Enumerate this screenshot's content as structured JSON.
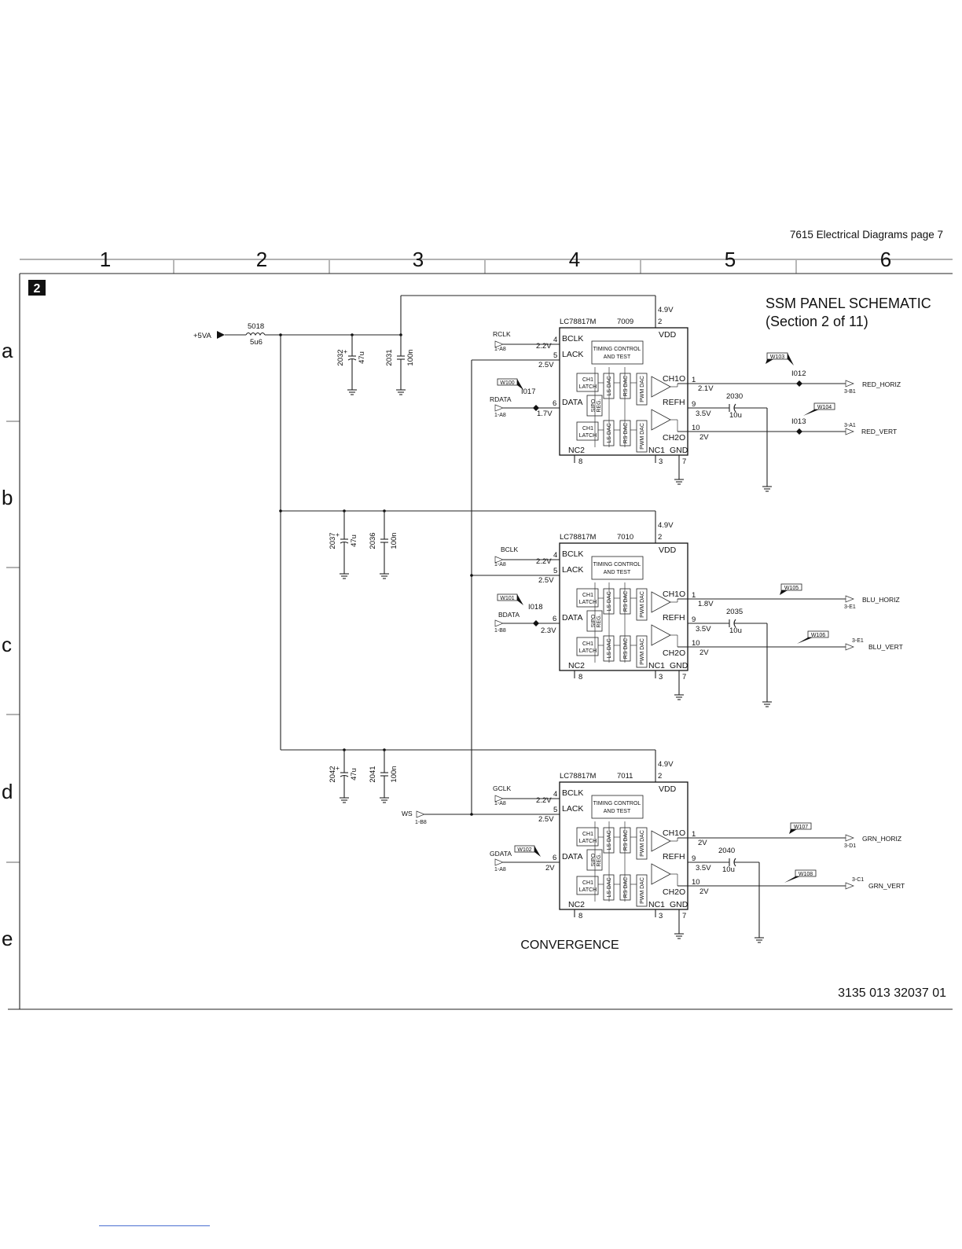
{
  "header": {
    "page_title": "7615 Electrical Diagrams page 7",
    "columns": [
      "1",
      "2",
      "3",
      "4",
      "5",
      "6"
    ],
    "rows": [
      "a",
      "b",
      "c",
      "d",
      "e"
    ],
    "section_badge": "2"
  },
  "title": {
    "line1": "SSM PANEL SCHEMATIC",
    "line2": "(Section 2 of 11)"
  },
  "power": {
    "net": "+5VA",
    "inductor_ref": "5018",
    "inductor_val": "5u6"
  },
  "caps": [
    {
      "ref": "2032",
      "val": "47u"
    },
    {
      "ref": "2031",
      "val": "100n"
    },
    {
      "ref": "2037",
      "val": "47u"
    },
    {
      "ref": "2036",
      "val": "100n"
    },
    {
      "ref": "2042",
      "val": "47u"
    },
    {
      "ref": "2041",
      "val": "100n"
    }
  ],
  "ws": {
    "net": "WS",
    "ref": "1-B8"
  },
  "chips": [
    {
      "part": "LC78817M",
      "ref": "7009",
      "vdd_volt": "4.9V",
      "clk_net": "RCLK",
      "clk_ref": "1-A8",
      "clk_volt": "2.2V",
      "lack_volt": "2.5V",
      "data_net": "RDATA",
      "data_ref": "1-A8",
      "data_volt": "1.7V",
      "probe": "W100",
      "junction": "I017",
      "ch1_volt": "2.1V",
      "refh_volt": "3.5V",
      "ch2_volt": "2V",
      "cap_ref": "2030",
      "cap_val": "10u",
      "out1_net": "RED_HORIZ",
      "out1_ref": "3-B1",
      "out1_probe": "W103",
      "out1_junction": "I012",
      "out2_net": "RED_VERT",
      "out2_ref": "3-A1",
      "out2_probe": "W104",
      "out2_junction": "I013"
    },
    {
      "part": "LC78817M",
      "ref": "7010",
      "vdd_volt": "4.9V",
      "clk_net": "BCLK",
      "clk_ref": "1-A8",
      "clk_volt": "2.2V",
      "lack_volt": "2.5V",
      "data_net": "BDATA",
      "data_ref": "1-B8",
      "data_volt": "2.3V",
      "probe": "W101",
      "junction": "I018",
      "ch1_volt": "1.8V",
      "refh_volt": "3.5V",
      "ch2_volt": "2V",
      "cap_ref": "2035",
      "cap_val": "10u",
      "out1_net": "BLU_HORIZ",
      "out1_ref": "3-E1",
      "out1_probe": "W105",
      "out1_junction": "",
      "out2_net": "BLU_VERT",
      "out2_ref": "3-E1",
      "out2_probe": "W106",
      "out2_junction": ""
    },
    {
      "part": "LC78817M",
      "ref": "7011",
      "vdd_volt": "4.9V",
      "clk_net": "GCLK",
      "clk_ref": "1-A8",
      "clk_volt": "2.2V",
      "lack_volt": "2.5V",
      "data_net": "GDATA",
      "data_ref": "1-A8",
      "data_volt": "2V",
      "probe": "W102",
      "junction": "",
      "ch1_volt": "2V",
      "refh_volt": "3.5V",
      "ch2_volt": "2V",
      "cap_ref": "2040",
      "cap_val": "10u",
      "out1_net": "GRN_HORIZ",
      "out1_ref": "3-D1",
      "out1_probe": "W107",
      "out1_junction": "",
      "out2_net": "GRN_VERT",
      "out2_ref": "3-C1",
      "out2_probe": "W108",
      "out2_junction": ""
    }
  ],
  "chip_labels": {
    "vdd": "VDD",
    "bclk": "BCLK",
    "lack": "LACK",
    "data": "DATA",
    "ch1o": "CH1O",
    "refh": "REFH",
    "ch2o": "CH2O",
    "nc2": "NC2",
    "nc1": "NC1",
    "gnd": "GND",
    "timing1": "TIMING CONTROL",
    "timing2": "AND TEST",
    "latch1": "CH1",
    "latch2": "LATCH",
    "sipo1": "SIPO",
    "sipo2": "REG.",
    "ls_dac": "LS DAC",
    "rs_dac": "RS DAC",
    "pwm_dac": "PWM DAC",
    "pin_vdd": "2",
    "pin_bclk": "4",
    "pin_lack": "5",
    "pin_data": "6",
    "pin_ch1": "1",
    "pin_refh": "9",
    "pin_ch2": "10",
    "pin_nc2": "8",
    "pin_nc1": "3",
    "pin_gnd": "7"
  },
  "footer": {
    "caption": "CONVERGENCE",
    "doc_number": "3135 013 32037 01"
  }
}
